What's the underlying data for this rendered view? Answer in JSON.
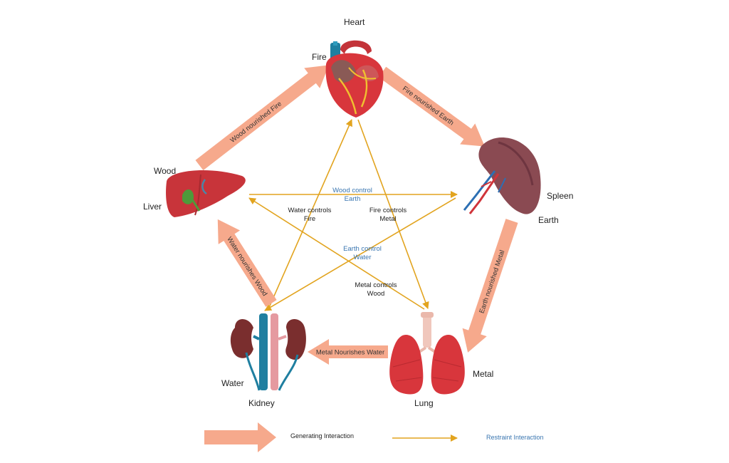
{
  "organs": {
    "heart": {
      "name": "Heart",
      "element": "Fire"
    },
    "spleen": {
      "name": "Spleen",
      "element": "Earth"
    },
    "lung": {
      "name": "Lung",
      "element": "Metal"
    },
    "kidney": {
      "name": "Kidney",
      "element": "Water"
    },
    "liver": {
      "name": "Liver",
      "element": "Wood"
    }
  },
  "generating": {
    "wood_fire": "Wood nourished Fire",
    "fire_earth": "Fire nourished Earth",
    "earth_metal": "Earth nourished Metal",
    "metal_water": "Metal Nourishes Water",
    "water_wood": "Water nourishes Wood"
  },
  "restraint": {
    "wood_earth": {
      "line1": "Wood control",
      "line2": "Earth"
    },
    "water_fire": {
      "line1": "Water controls",
      "line2": "Fire"
    },
    "fire_metal": {
      "line1": "Fire controls",
      "line2": "Metal"
    },
    "earth_water": {
      "line1": "Earth control",
      "line2": "Water"
    },
    "metal_wood": {
      "line1": "Metal controls",
      "line2": "Wood"
    }
  },
  "legend": {
    "generating": "Generating Interaction",
    "restraint": "Restraint Interaction"
  },
  "colors": {
    "generating_arrow": "#f6a98c",
    "restraint_arrow": "#e2a41f",
    "blue_text": "#3a76b0"
  }
}
